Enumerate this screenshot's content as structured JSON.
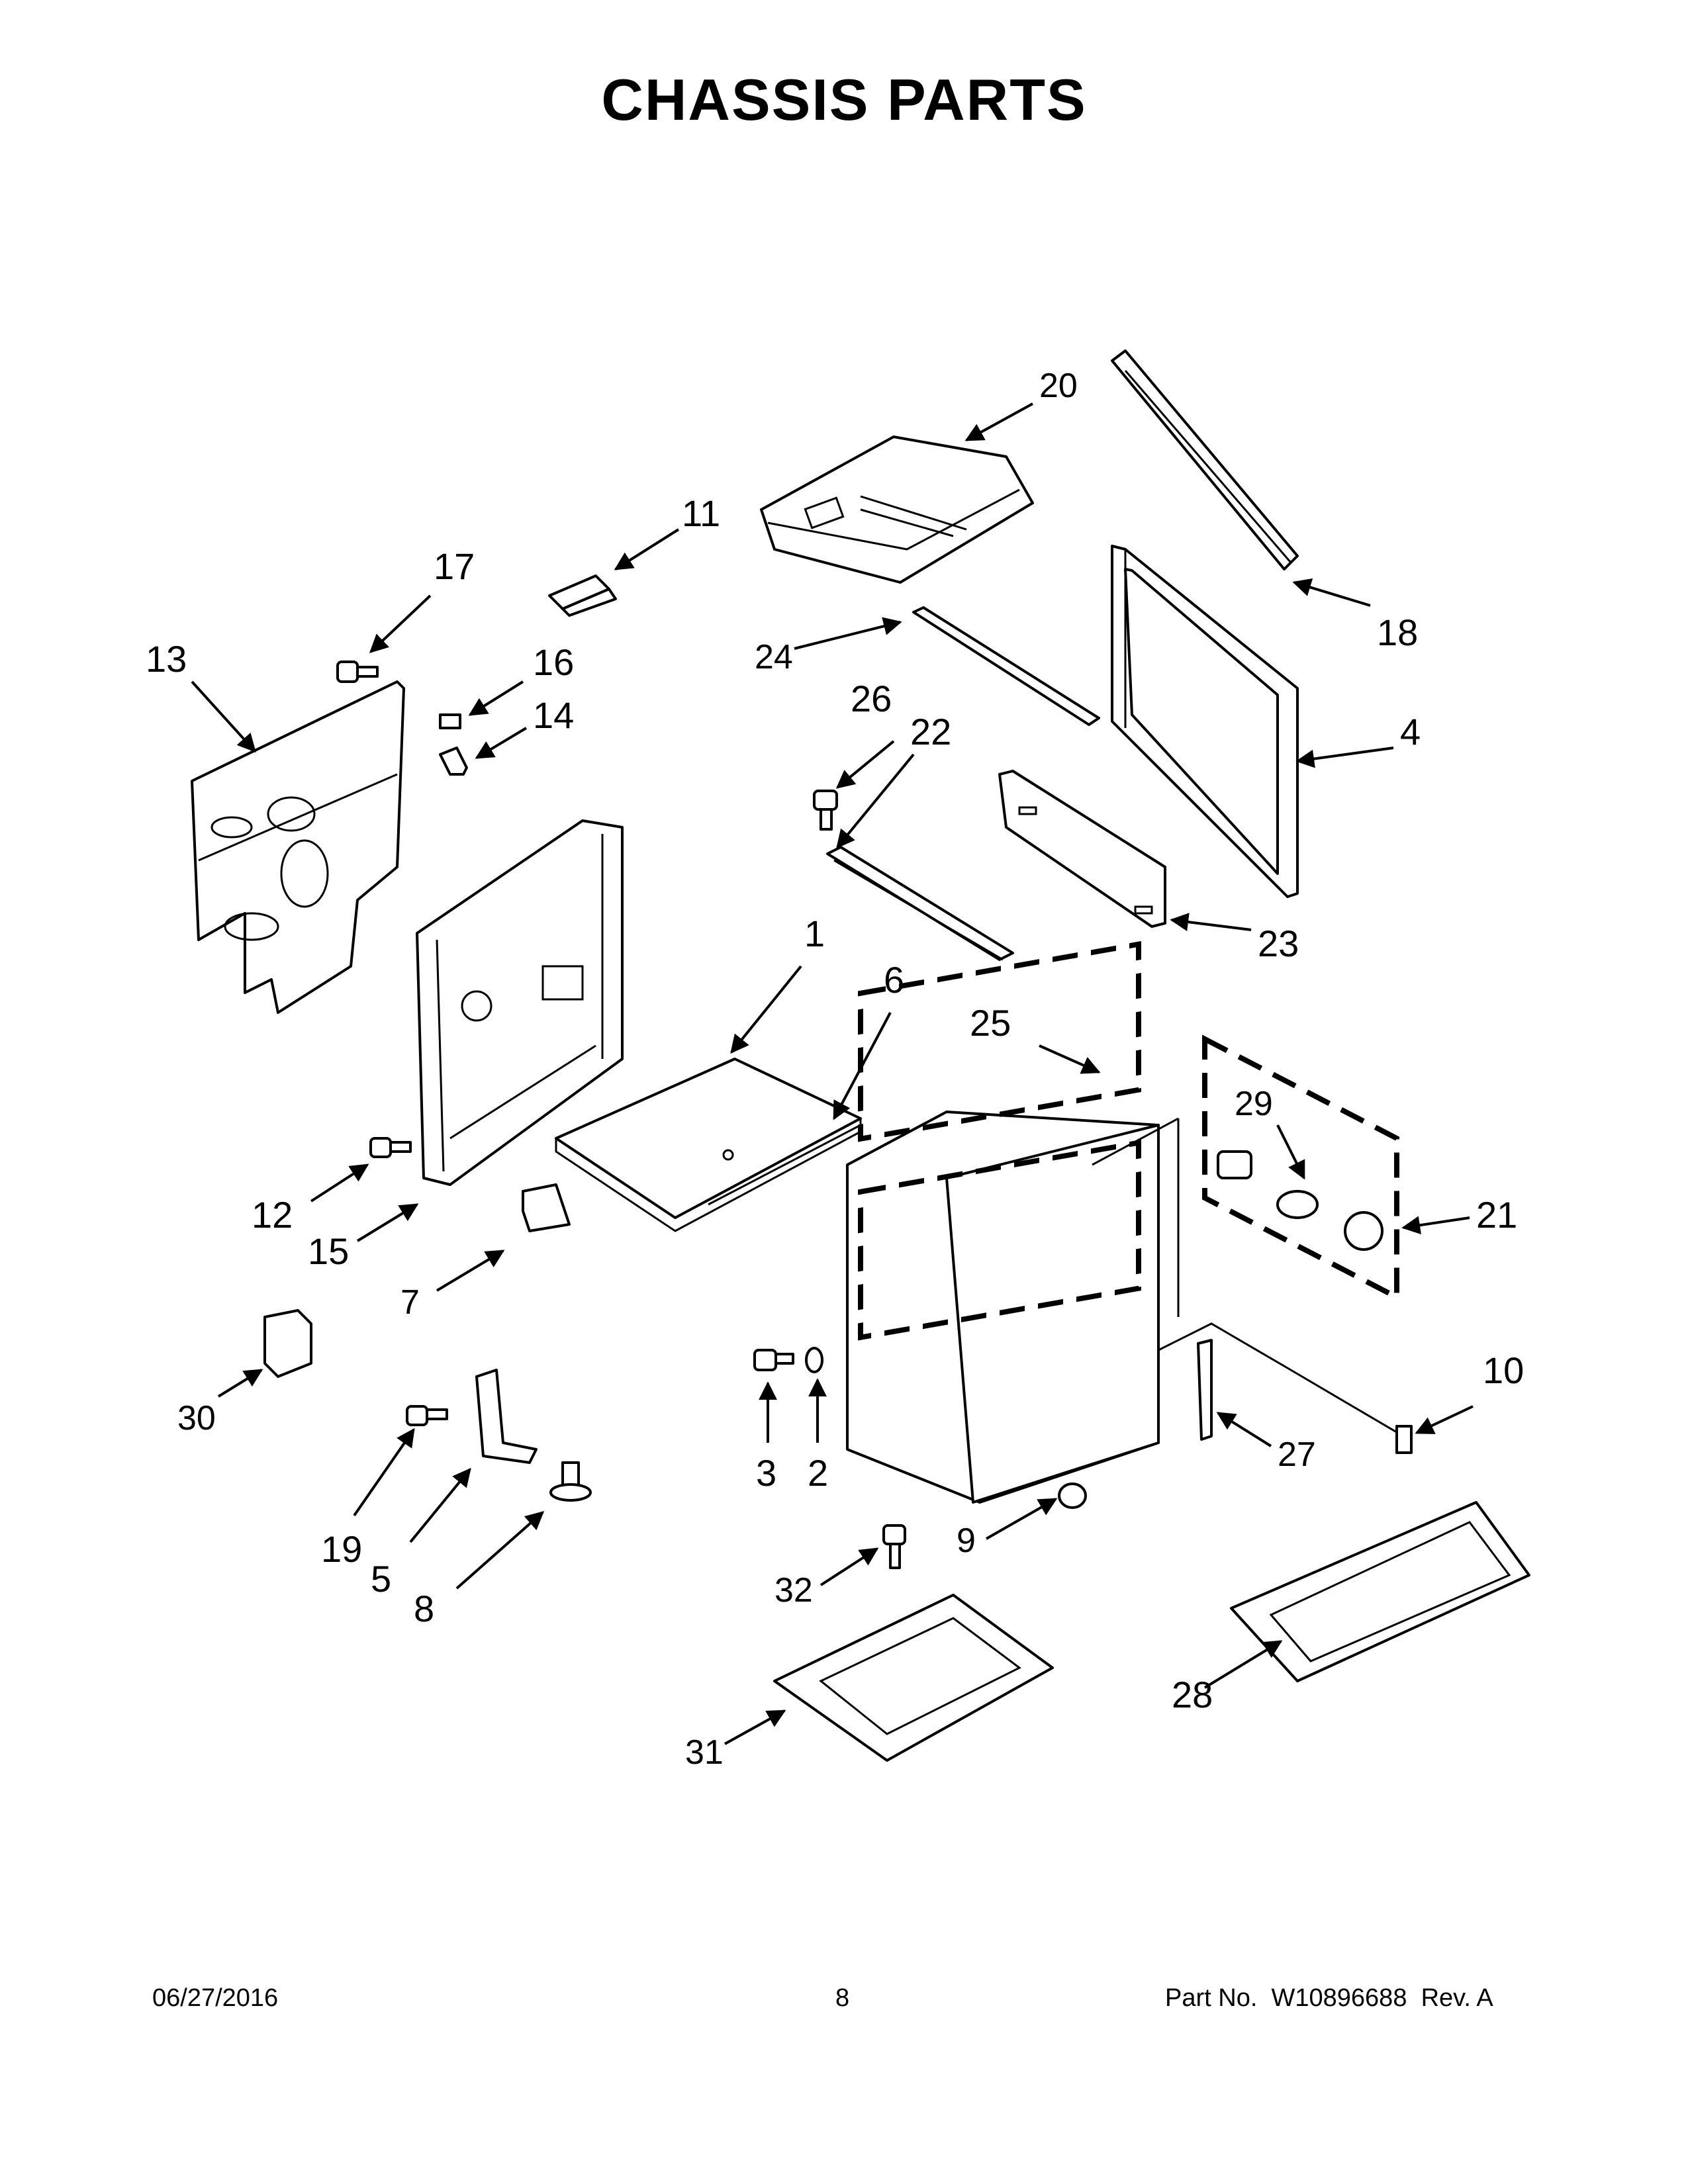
{
  "page": {
    "title": "CHASSIS PARTS",
    "footer_date": "06/27/2016",
    "footer_page": "8",
    "footer_part_label": "Part No.",
    "footer_part_number": "W10896688",
    "footer_rev": "Rev. A"
  },
  "callouts": {
    "c1": "1",
    "c2": "2",
    "c3": "3",
    "c4": "4",
    "c5": "5",
    "c6": "6",
    "c7": "7",
    "c8": "8",
    "c9": "9",
    "c10": "10",
    "c11": "11",
    "c12": "12",
    "c13": "13",
    "c14": "14",
    "c15": "15",
    "c16": "16",
    "c17": "17",
    "c18": "18",
    "c19": "19",
    "c20": "20",
    "c21": "21",
    "c22": "22",
    "c23": "23",
    "c24": "24",
    "c25": "25",
    "c26": "26",
    "c27": "27",
    "c28": "28",
    "c29": "29",
    "c30": "30",
    "c31": "31",
    "c32": "32"
  }
}
